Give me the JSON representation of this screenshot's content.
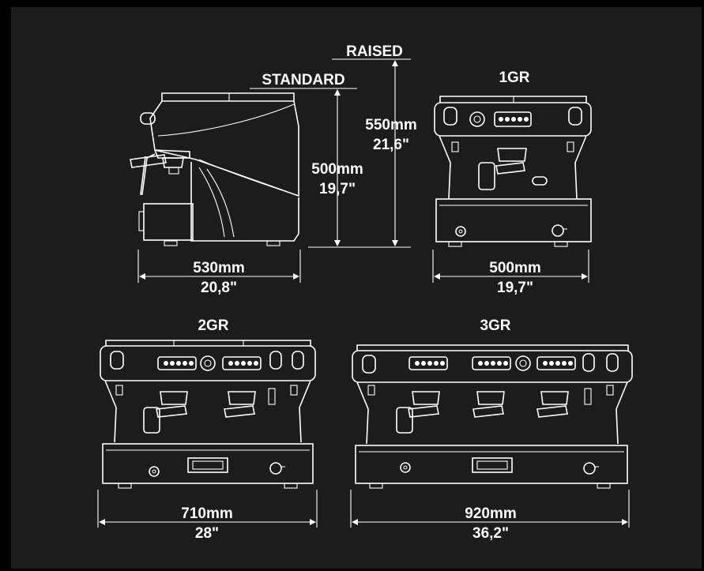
{
  "colors": {
    "background": "#000000",
    "panel": "#1c1c1c",
    "line": "#ffffff"
  },
  "labels": {
    "raised": "RAISED",
    "standard": "STANDARD",
    "height_raised_mm": "550mm",
    "height_raised_in": "21,6\"",
    "height_standard_mm": "500mm",
    "height_standard_in": "19,7\"",
    "side_depth_mm": "530mm",
    "side_depth_in": "20,8\"",
    "gr1_title": "1GR",
    "gr1_width_mm": "500mm",
    "gr1_width_in": "19,7\"",
    "gr2_title": "2GR",
    "gr2_width_mm": "710mm",
    "gr2_width_in": "28\"",
    "gr3_title": "3GR",
    "gr3_width_mm": "920mm",
    "gr3_width_in": "36,2\""
  }
}
